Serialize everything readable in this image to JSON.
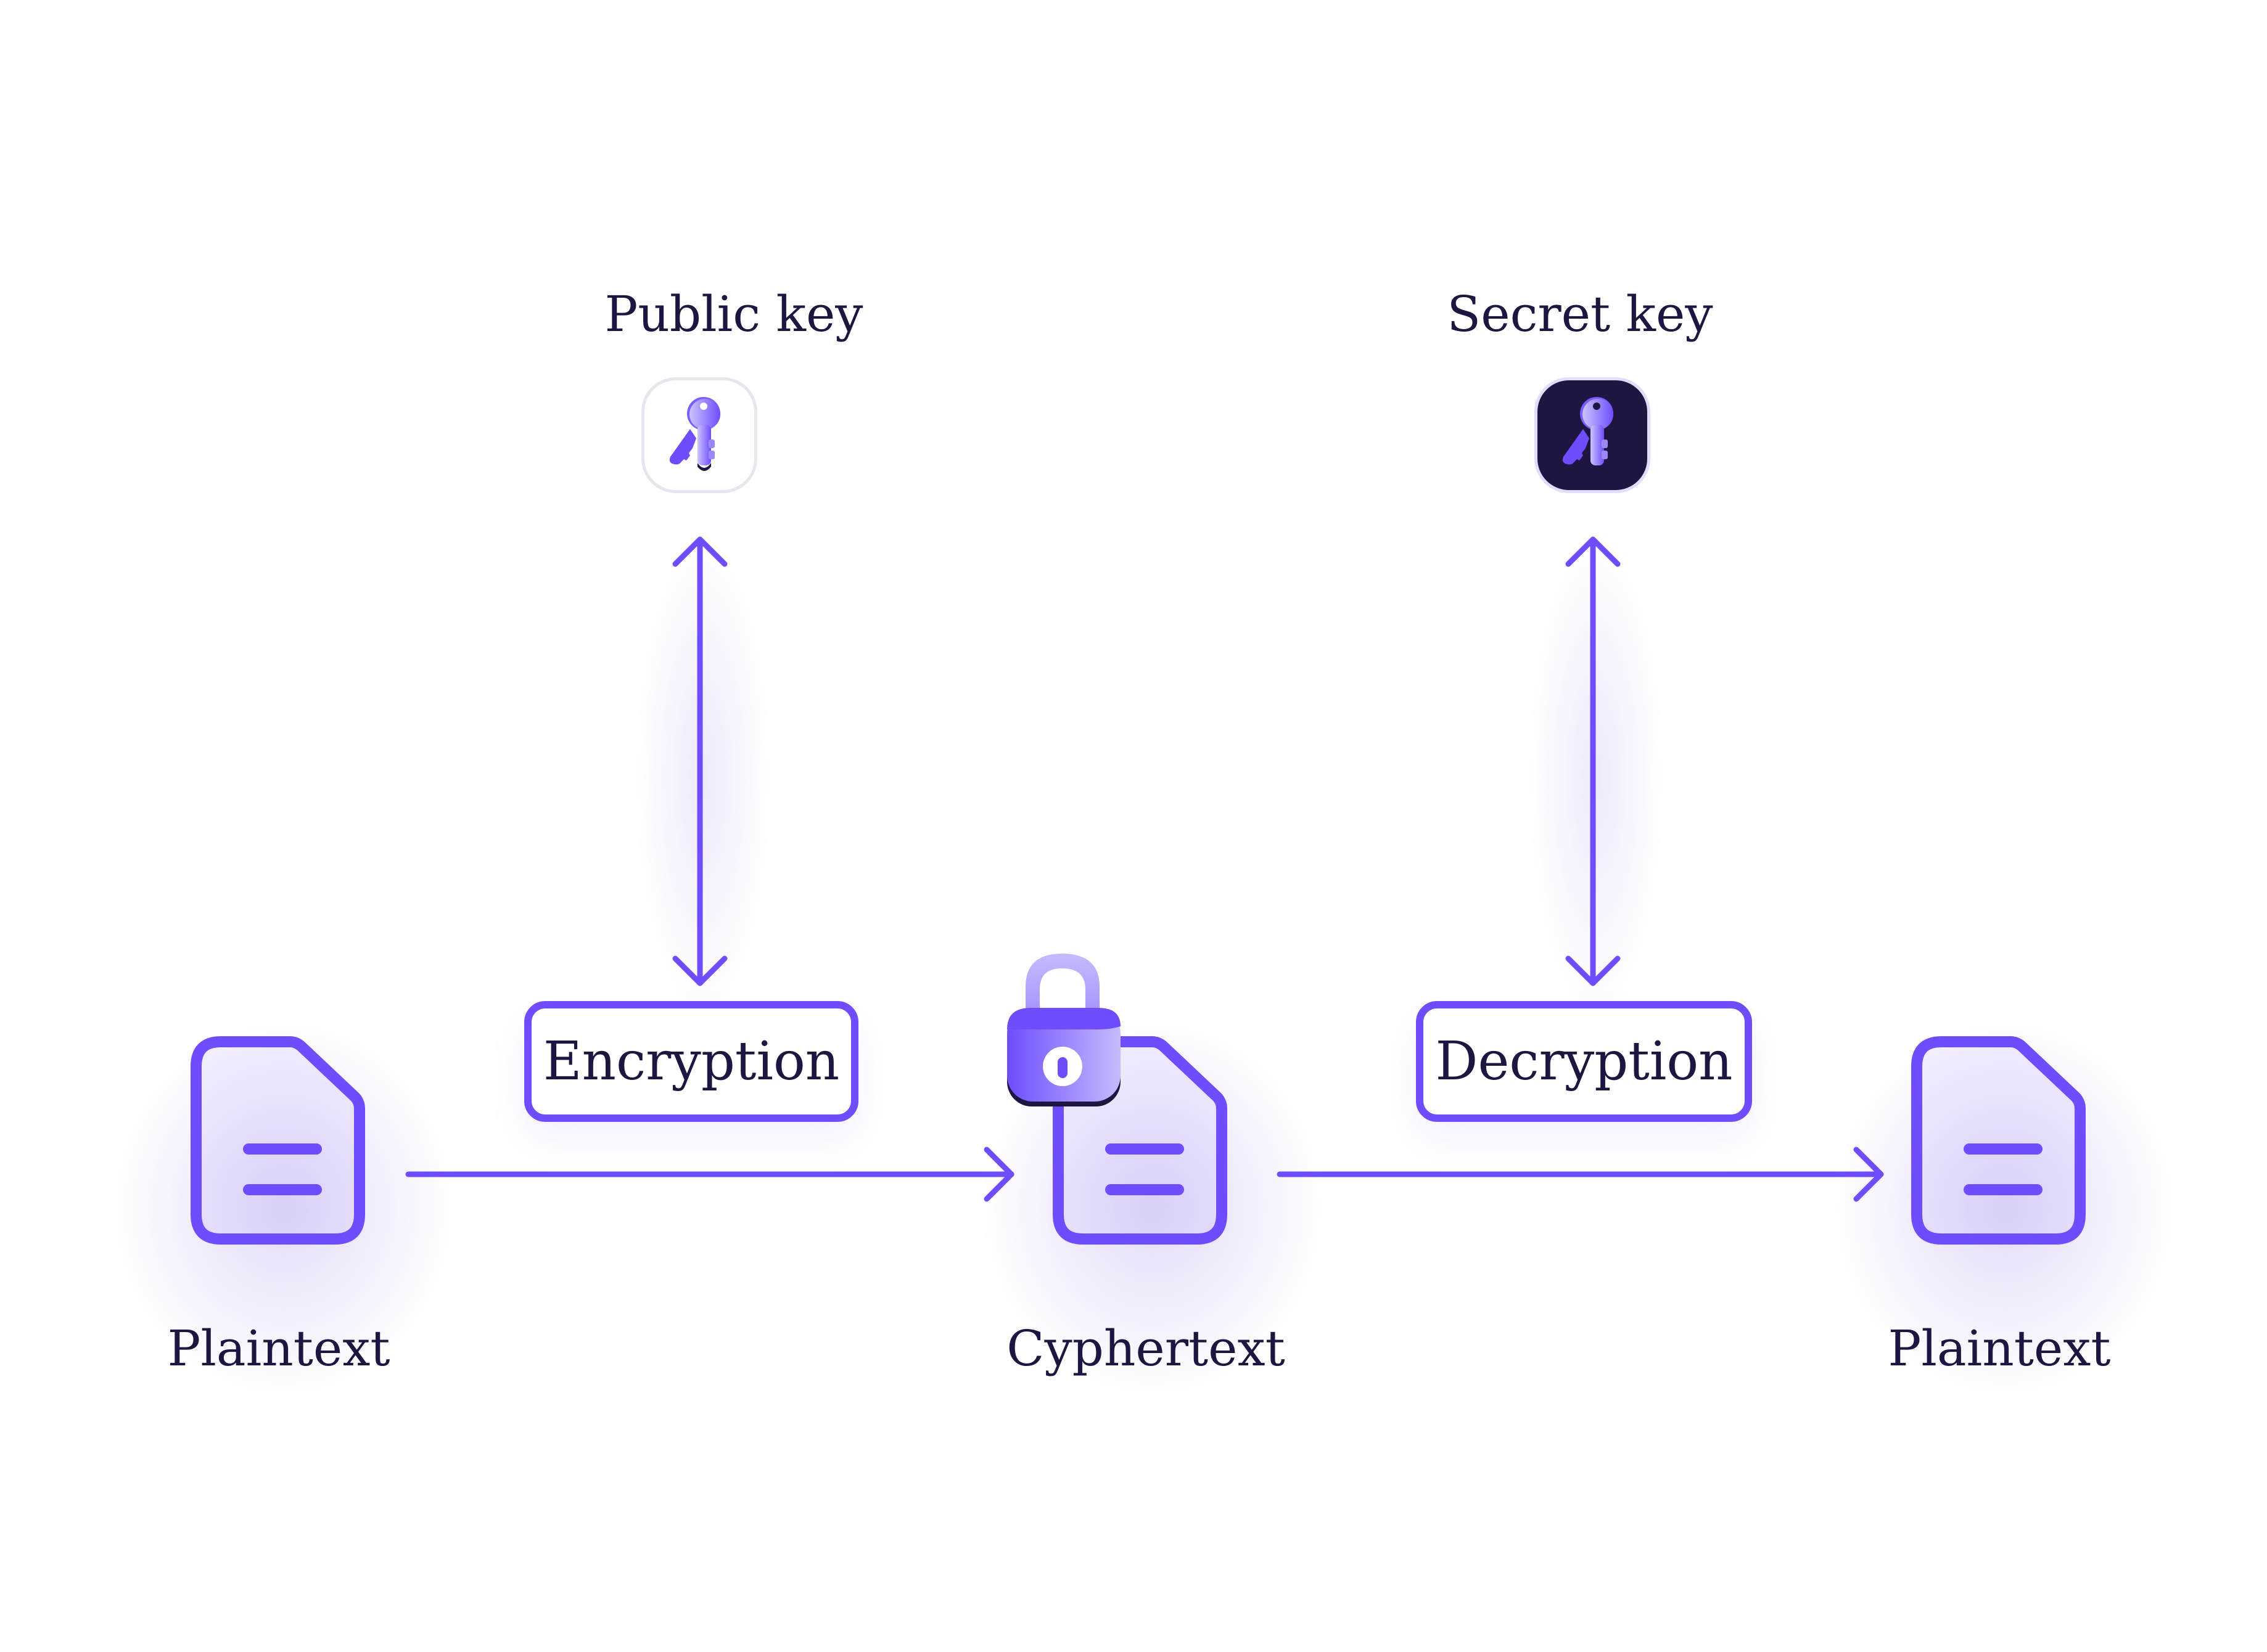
{
  "diagram": {
    "title_nodes": {
      "public_key": {
        "label": "Public key",
        "icon": "key-icon"
      },
      "secret_key": {
        "label": "Secret key",
        "icon": "key-icon"
      }
    },
    "processes": {
      "encryption": {
        "label": "Encryption"
      },
      "decryption": {
        "label": "Decryption"
      }
    },
    "documents": [
      {
        "label": "Plaintext",
        "icon": "document-icon",
        "locked": false
      },
      {
        "label": "Cyphertext",
        "icon": "document-icon",
        "locked": true
      },
      {
        "label": "Plaintext",
        "icon": "document-icon",
        "locked": false
      }
    ],
    "edges": [
      {
        "from": "Public key",
        "to": "Encryption",
        "type": "bidirectional"
      },
      {
        "from": "Secret key",
        "to": "Decryption",
        "type": "bidirectional"
      },
      {
        "from": "Plaintext",
        "to": "Cyphertext",
        "type": "directed"
      },
      {
        "from": "Cyphertext",
        "to": "Plaintext",
        "type": "directed"
      }
    ],
    "colors": {
      "accent": "#6f4dff",
      "text": "#1e1541",
      "secret_tile": "#1e1541",
      "lock_light": "#c2b6ff"
    }
  }
}
